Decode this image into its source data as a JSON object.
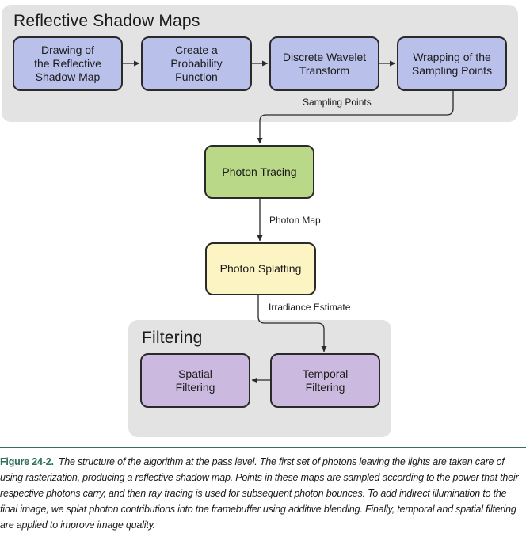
{
  "groups": {
    "rsm": {
      "title": "Reflective Shadow Maps"
    },
    "filtering": {
      "title": "Filtering"
    }
  },
  "nodes": {
    "drawing": "Drawing of\nthe Reflective\nShadow Map",
    "probability": "Create a\nProbability\nFunction",
    "wavelet": "Discrete Wavelet\nTransform",
    "wrapping": "Wrapping of the\nSampling Points",
    "photon_tracing": "Photon Tracing",
    "photon_splatting": "Photon Splatting",
    "temporal": "Temporal\nFiltering",
    "spatial": "Spatial\nFiltering"
  },
  "edge_labels": {
    "sampling_points": "Sampling Points",
    "photon_map": "Photon Map",
    "irradiance": "Irradiance Estimate"
  },
  "caption": {
    "label": "Figure 24-2.",
    "text": "The structure of the algorithm at the pass level. The first set of photons leaving the lights are taken care of using rasterization, producing a reflective shadow map. Points in these maps are sampled according to the power that their respective photons carry, and then ray tracing is used for subsequent photon bounces. To add indirect illumination to the final image, we splat photon contributions into the framebuffer using additive blending. Finally, temporal and spatial filtering are applied to improve image quality."
  },
  "colors": {
    "rsm_nodes": "#b9c0ea",
    "photon_tracing": "#b9d888",
    "photon_splatting": "#fdf4c4",
    "filtering_nodes": "#cbb9e0",
    "group_background": "#e3e3e3",
    "caption_label": "#2d6c57"
  }
}
